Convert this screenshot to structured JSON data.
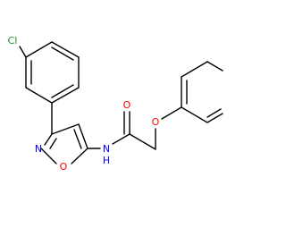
{
  "structure": {
    "atoms": {
      "chlorine": "Cl",
      "isoxazole_n": "N",
      "isoxazole_o": "O",
      "amide_n": "N",
      "amide_h": "H",
      "carbonyl_o": "O",
      "ether_o": "O"
    },
    "colors": {
      "bond": "#000000",
      "chlorine": "#228b22",
      "nitrogen": "#0000ff",
      "oxygen": "#ff0000",
      "background": "#ffffff"
    }
  }
}
